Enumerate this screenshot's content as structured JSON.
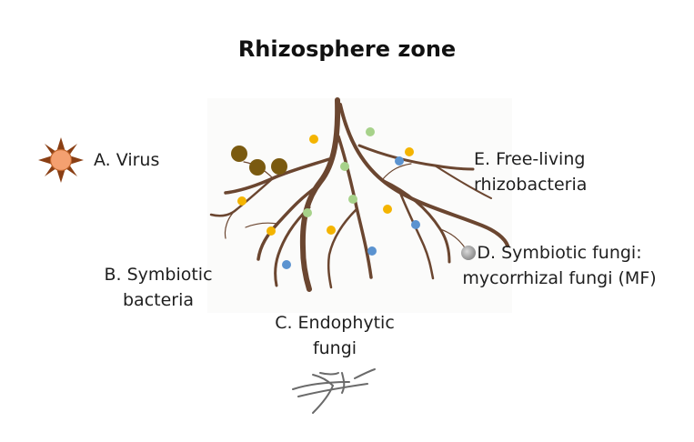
{
  "diagram": {
    "title": "Rhizosphere zone",
    "labels": {
      "virus": "A. Virus",
      "symbiotic_bacteria": [
        "B. Symbiotic",
        "bacteria"
      ],
      "endophytic_fungi": [
        "C. Endophytic",
        "fungi"
      ],
      "symbiotic_fungi": [
        "D. Symbiotic fungi:",
        "mycorrhizal fungi (MF)"
      ],
      "free_living_rhizobacteria": [
        "E. Free-living",
        "rhizobacteria"
      ]
    },
    "colors": {
      "root": "#6b4630",
      "virus_fill": "#f4a070",
      "virus_spikes": "#8a3f14",
      "symbiotic_bacteria": "#7a5a10",
      "free_living_rhizobacteria": "#f4b400",
      "endophytic_fungi": "#a7d28a",
      "mycorrhizal_fungi": "#5b93d0",
      "hyphae": "#6a6a6a"
    },
    "icons": {
      "virus": "virus-icon",
      "hyphae": "fungal-hyphae-icon",
      "mycorrhizal_fungi": "spore-icon"
    }
  }
}
